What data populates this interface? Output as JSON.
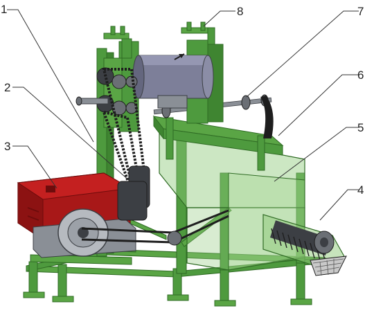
{
  "figure": {
    "callouts": [
      {
        "id": "1",
        "label": "1"
      },
      {
        "id": "2",
        "label": "2"
      },
      {
        "id": "3",
        "label": "3"
      },
      {
        "id": "4",
        "label": "4"
      },
      {
        "id": "5",
        "label": "5"
      },
      {
        "id": "6",
        "label": "6"
      },
      {
        "id": "7",
        "label": "7"
      },
      {
        "id": "8",
        "label": "8"
      }
    ],
    "colors": {
      "frame": "#4e9a3e",
      "frame_dark": "#2f6b24",
      "frame_glass": "#8fc97a",
      "engine_red": "#a81818",
      "engine_red_dark": "#6e0c0c",
      "steel": "#8a8f96",
      "steel_dark": "#3c3f44",
      "belt": "#1e1e1e",
      "roller": "#7d7f99"
    }
  }
}
